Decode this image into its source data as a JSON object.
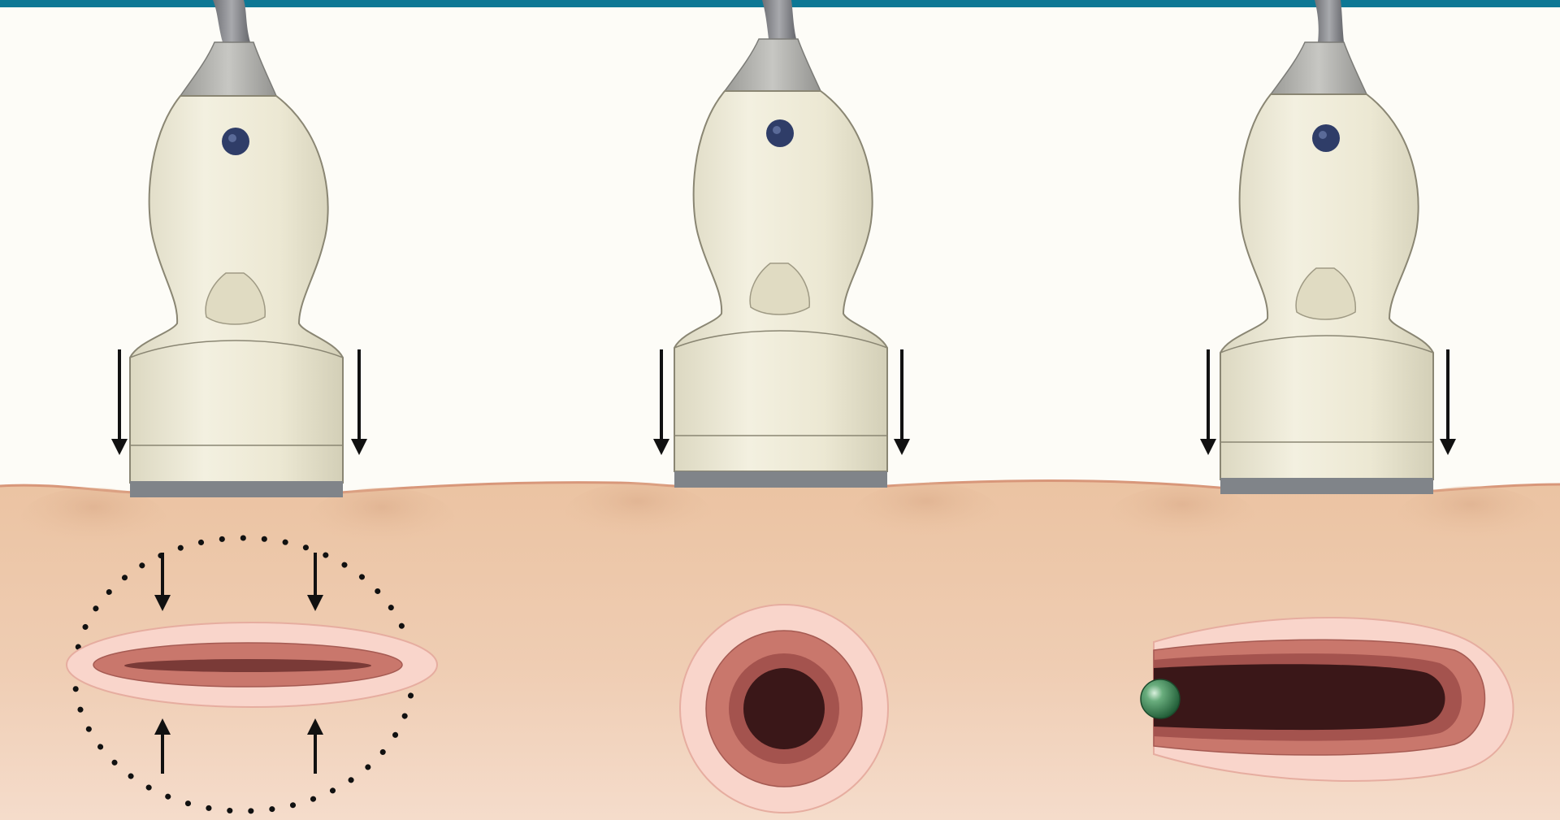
{
  "figure": {
    "panels": [
      {
        "id": "compressed-vein"
      },
      {
        "id": "transverse-vessel"
      },
      {
        "id": "longitudinal-thrombus"
      }
    ]
  },
  "colors": {
    "top_band": "#0d7895",
    "background": "#fdfcf7",
    "skin_surface": "#ecc6a6",
    "skin_deep": "#f3d9c6",
    "skin_edge": "#d8977a",
    "probe_body": "#ebe7d2",
    "probe_outline": "#8a8673",
    "probe_neck": "#a7a7a3",
    "probe_footer": "#808489",
    "probe_button": "#2f3d68",
    "vessel_outer": "#f7d3c8",
    "vessel_wall": "#c9776c",
    "vessel_inner_wall": "#a4534e",
    "vessel_lumen": "#3a1718",
    "thrombus": "#3f8a5a",
    "arrow": "#111111"
  }
}
